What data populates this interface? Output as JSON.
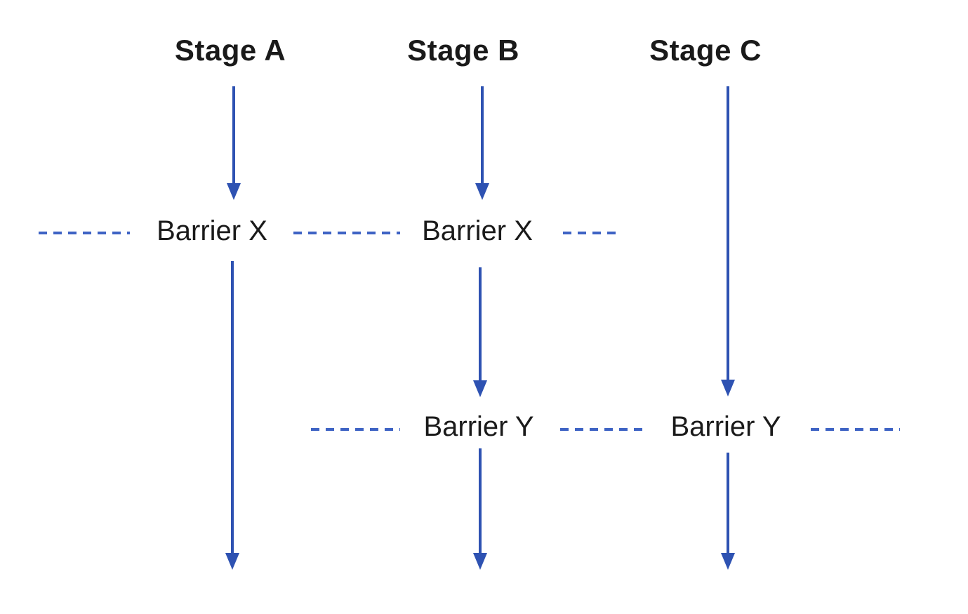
{
  "diagram": {
    "columns": [
      {
        "title": "Stage A"
      },
      {
        "title": "Stage B"
      },
      {
        "title": "Stage C"
      }
    ],
    "barriers": [
      {
        "row": "top",
        "instances": [
          "Barrier X",
          "Barrier X"
        ]
      },
      {
        "row": "bottom",
        "instances": [
          "Barrier Y",
          "Barrier Y"
        ]
      }
    ]
  },
  "colors": {
    "arrow": "#2e52b2",
    "dash": "#3e63c4",
    "text": "#1a1a1a",
    "background": "#ffffff"
  }
}
